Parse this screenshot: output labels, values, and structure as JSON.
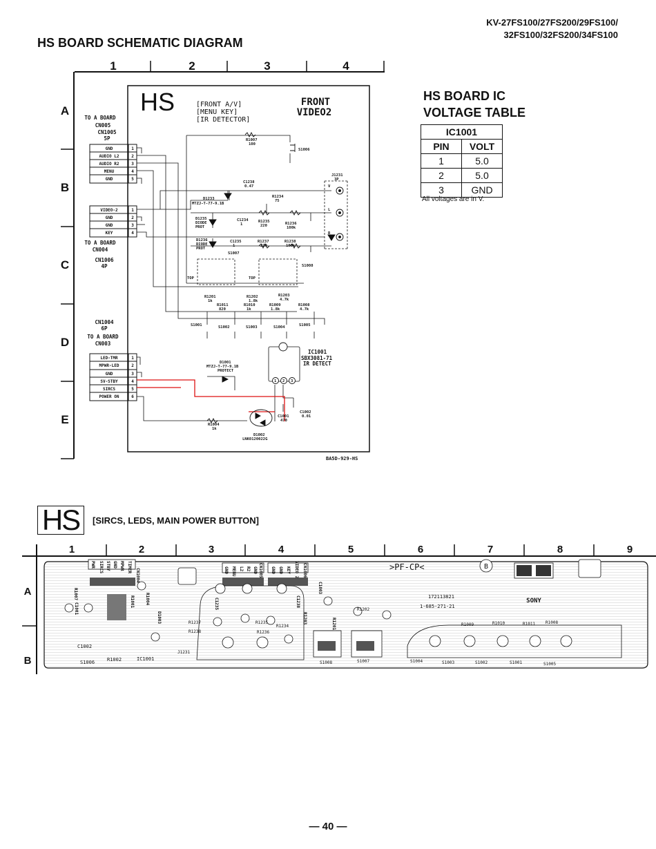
{
  "model_lines": [
    "KV-27FS100/27FS200/29FS100/",
    "32FS100/32FS200/34FS100"
  ],
  "title": "HS BOARD SCHEMATIC DIAGRAM",
  "grid_columns": [
    "1",
    "2",
    "3",
    "4"
  ],
  "grid_rows": [
    "A",
    "B",
    "C",
    "D",
    "E"
  ],
  "schematic": {
    "board_label": "HS",
    "notes": [
      "[FRONT A/V]",
      "[MENU KEY]",
      "[IR DETECTOR]"
    ],
    "front_label": [
      "FRONT",
      "VIDEO2"
    ],
    "board_code": "BA5D-929-HS",
    "connectors": [
      {
        "caption": [
          "TO A BOARD",
          "CN005",
          "CN1005",
          "5P"
        ],
        "pins": [
          {
            "name": "GND",
            "num": "1"
          },
          {
            "name": "AUDIO L2",
            "num": "2"
          },
          {
            "name": "AUDIO R2",
            "num": "3"
          },
          {
            "name": "MENU",
            "num": "4"
          },
          {
            "name": "GND",
            "num": "5"
          }
        ]
      },
      {
        "caption": [
          "TO A BOARD",
          "CN004",
          "CN1006",
          "4P"
        ],
        "pins": [
          {
            "name": "VIDEO-2",
            "num": "1"
          },
          {
            "name": "GND",
            "num": "2"
          },
          {
            "name": "GND",
            "num": "3"
          },
          {
            "name": "KEY",
            "num": "4"
          }
        ]
      },
      {
        "caption": [
          "CN1004",
          "6P",
          "TO A BOARD",
          "CN003"
        ],
        "pins": [
          {
            "name": "LED-TMR",
            "num": "1"
          },
          {
            "name": "MPWR-LED",
            "num": "2"
          },
          {
            "name": "GND",
            "num": "3"
          },
          {
            "name": "SV-STBY",
            "num": "4"
          },
          {
            "name": "SIRCS",
            "num": "5"
          },
          {
            "name": "POWER  ON",
            "num": "6"
          }
        ]
      }
    ],
    "labels": {
      "r1007": [
        "R1007",
        "100"
      ],
      "s1006": "S1006",
      "j1231": [
        "J1231",
        "3P"
      ],
      "c1238": [
        "C1238",
        "0.47"
      ],
      "r1234": [
        "R1234",
        "75"
      ],
      "d1233": [
        "D1233",
        "MTZJ-T-77-9.1B"
      ],
      "d1235": [
        "D1235",
        "DIODE",
        "PROT"
      ],
      "c1234": [
        "C1234",
        "1"
      ],
      "r1235": [
        "R1235",
        "220"
      ],
      "r1236": [
        "R1236",
        "100k"
      ],
      "d1236": [
        "D1236",
        "DIODE",
        "PROT"
      ],
      "c1235": [
        "C1235",
        "1"
      ],
      "r1237": [
        "R1237",
        "220"
      ],
      "r1238": [
        "R1238",
        "100k"
      ],
      "s1007": "S1007",
      "s1008": "S1008",
      "top": "TOP",
      "r1201": [
        "R1201",
        "1k"
      ],
      "r1202": [
        "R1202",
        "1.8k"
      ],
      "r1203": [
        "R1203",
        "4.7k"
      ],
      "r1011": [
        "R1011",
        "820"
      ],
      "r1010": [
        "R1010",
        "1k"
      ],
      "r1009": [
        "R1009",
        "1.8k"
      ],
      "r1008": [
        "R1008",
        "4.7k"
      ],
      "switches": [
        "S1001",
        "S1002",
        "S1003",
        "S1004",
        "S1005"
      ],
      "ic1001": [
        "IC1001",
        "SBX3081-71",
        "IR DETECT"
      ],
      "d1001": [
        "D1001",
        "MTZJ-T-77-9.1B",
        "PROTECT"
      ],
      "c1002": [
        "C1002",
        "0.01"
      ],
      "c1001": [
        "C1001",
        "470"
      ],
      "r1004": [
        "R1004",
        "1k"
      ],
      "d1002": [
        "D1002",
        "LNK0120022G"
      ],
      "jack_pins": [
        "V",
        "L",
        "R"
      ],
      "ic_pins": [
        "1",
        "2",
        "3"
      ]
    }
  },
  "voltage_table": {
    "title_lines": [
      "HS BOARD IC",
      "VOLTAGE TABLE"
    ],
    "ic": "IC1001",
    "headers": [
      "PIN",
      "VOLT"
    ],
    "rows": [
      [
        "1",
        "5.0"
      ],
      [
        "2",
        "5.0"
      ],
      [
        "3",
        "GND"
      ]
    ],
    "note": "All voltages are in V."
  },
  "board_view": {
    "label": "HS",
    "subtitle": "[SIRCS, LEDS, MAIN POWER BUTTON]",
    "grid_columns": [
      "1",
      "2",
      "3",
      "4",
      "5",
      "6",
      "7",
      "8",
      "9"
    ],
    "grid_rows": [
      "A",
      "B"
    ],
    "labels": {
      "pfcp": ">PF-CP<",
      "code1": "172113821",
      "code2": "1-685-271-21",
      "circle": "B",
      "sony": "SONY",
      "r1007": "R1007",
      "c1001": "C1001",
      "c1002": "C1002",
      "s1006": "S1006",
      "r1002": "R1002",
      "ic1001": "IC1001",
      "cn1004": "CN1004",
      "r1004": "R1004",
      "r1001": "R1001",
      "d1003": "D1003",
      "cn1005": "CN1005",
      "cn1006": "CN1006",
      "c1235": "C1235",
      "c1238": "C1238",
      "c1003": "C1003",
      "r1237": "R1237",
      "r1238": "R1238",
      "r1235": "R1235",
      "r1234": "R1234",
      "r1236": "R1236",
      "j1231": "J1231",
      "r1203": "R1203",
      "r1201": "R1201",
      "r1202": "R1202",
      "s1008": "S1008",
      "s1007": "S1007",
      "s1004": "S1004",
      "s1003": "S1003",
      "s1002": "S1002",
      "s1001": "S1001",
      "s1005": "S1005",
      "r1009": "R1009",
      "r1010": "R1010",
      "r1011": "R1011",
      "r1008": "R1008",
      "pins_left": [
        "PWR",
        "SIRCS",
        "STBY",
        "GND",
        "MPWR",
        "TIMER"
      ],
      "pins_mid": [
        "GND",
        "MENU",
        "L2",
        "R2",
        "GND"
      ],
      "pins_right": [
        "GND",
        "GND",
        "KEY",
        "VIDEO 2"
      ]
    }
  },
  "page_number": "— 40 —"
}
